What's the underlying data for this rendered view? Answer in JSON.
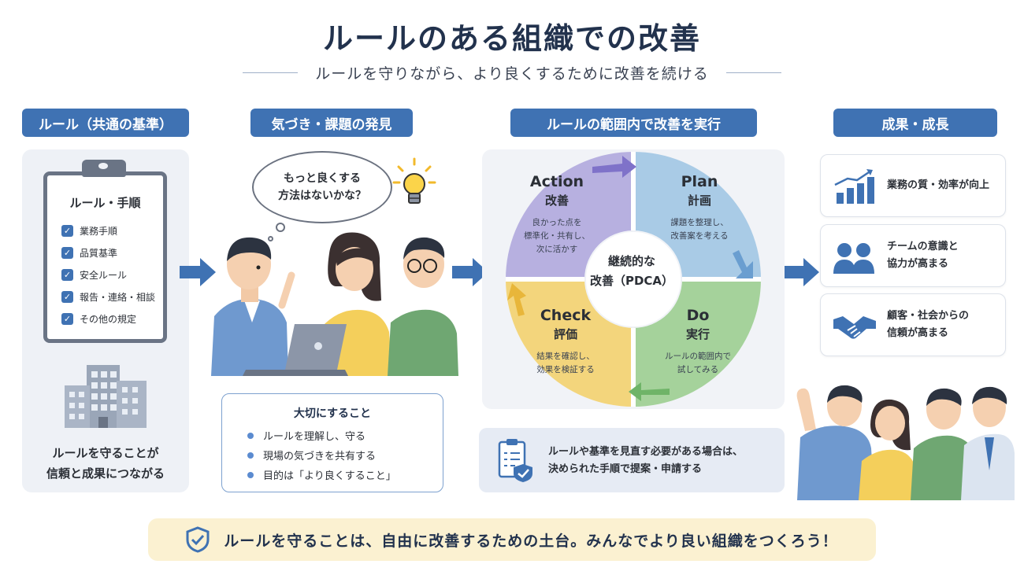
{
  "title": "ルールのある組織での改善",
  "subtitle": "ルールを守りながら、より良くするために改善を続ける",
  "columns": {
    "rules": {
      "header": "ルール（共通の基準）",
      "clipboard_title": "ルール・手順",
      "items": [
        "業務手順",
        "品質基準",
        "安全ルール",
        "報告・連絡・相談",
        "その他の規定"
      ],
      "caption_line1": "ルールを守ることが",
      "caption_line2": "信頼と成果につながる"
    },
    "discovery": {
      "header": "気づき・課題の発見",
      "bubble_line1": "もっと良くする",
      "bubble_line2": "方法はないかな？",
      "important_title": "大切にすること",
      "important_items": [
        "ルールを理解し、守る",
        "現場の気づきを共有する",
        "目的は「より良くすること」"
      ]
    },
    "improve": {
      "header": "ルールの範囲内で改善を実行",
      "center_line1": "継続的な",
      "center_line2": "改善（PDCA）",
      "quadrants": {
        "plan": {
          "en": "Plan",
          "jp": "計画",
          "desc1": "課題を整理し、",
          "desc2": "改善案を考える"
        },
        "do": {
          "en": "Do",
          "jp": "実行",
          "desc1": "ルールの範囲内で",
          "desc2": "試してみる"
        },
        "check": {
          "en": "Check",
          "jp": "評価",
          "desc1": "結果を確認し、",
          "desc2": "効果を検証する"
        },
        "action": {
          "en": "Action",
          "jp": "改善",
          "desc1": "良かった点を",
          "desc2": "標準化・共有し、",
          "desc3": "次に活かす"
        }
      },
      "note_line1": "ルールや基準を見直す必要がある場合は、",
      "note_line2": "決められた手順で提案・申請する"
    },
    "results": {
      "header": "成果・成長",
      "cards": [
        {
          "icon": "bar-chart-icon",
          "line1": "業務の質・効率が向上",
          "line2": ""
        },
        {
          "icon": "team-icon",
          "line1": "チームの意識と",
          "line2": "協力が高まる"
        },
        {
          "icon": "handshake-icon",
          "line1": "顧客・社会からの",
          "line2": "信頼が高まる"
        }
      ]
    }
  },
  "banner": "ルールを守ることは、自由に改善するための土台。みんなでより良い組織をつくろう！",
  "colors": {
    "primary": "#3f72b3",
    "plan": "#a9cbe6",
    "do": "#a5d29b",
    "check": "#f3d57c",
    "action": "#b7b0e0",
    "banner": "#fbf1d1"
  }
}
